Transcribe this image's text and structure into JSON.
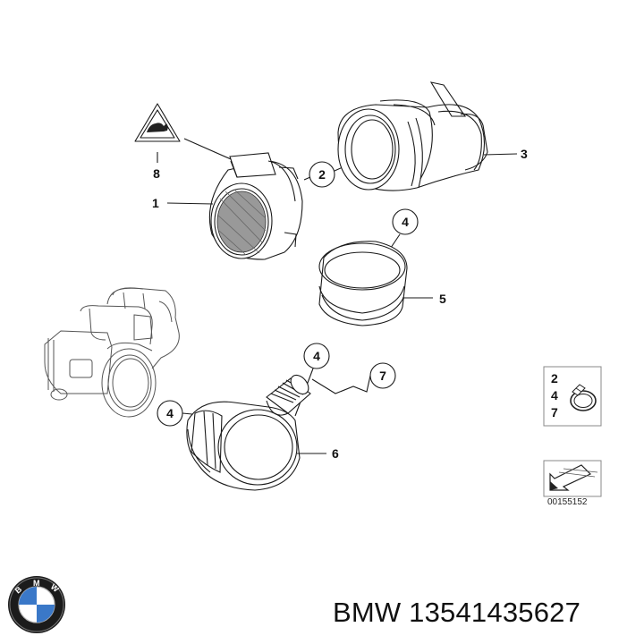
{
  "diagram": {
    "callouts": [
      {
        "id": "1",
        "label": "1"
      },
      {
        "id": "2",
        "label": "2"
      },
      {
        "id": "3",
        "label": "3"
      },
      {
        "id": "4a",
        "label": "4"
      },
      {
        "id": "4b",
        "label": "4"
      },
      {
        "id": "4c",
        "label": "4"
      },
      {
        "id": "5",
        "label": "5"
      },
      {
        "id": "6",
        "label": "6"
      },
      {
        "id": "7",
        "label": "7"
      },
      {
        "id": "8",
        "label": "8"
      }
    ],
    "legend_box": {
      "items": [
        "2",
        "4",
        "7"
      ]
    },
    "drawing_number": "00155152"
  },
  "footer": {
    "brand_text": "BMW 13541435627"
  },
  "icons": [
    "bmw-logo-icon",
    "warning-triangle-icon",
    "hose-clamp-icon",
    "arrow-direction-icon"
  ]
}
